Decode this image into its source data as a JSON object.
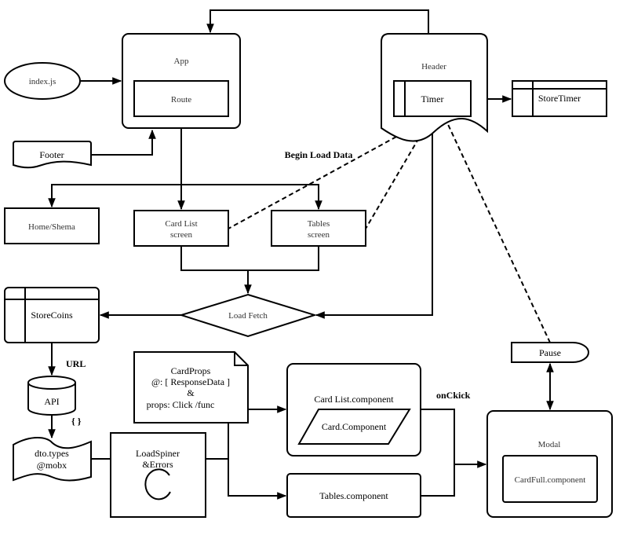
{
  "nodes": {
    "app": "App",
    "route": "Route",
    "header": "Header",
    "timer": "Timer",
    "store_timer": "StoreTimer",
    "index_js": "index.js",
    "footer": "Footer",
    "home_shema": "Home/Shema",
    "card_list_screen": [
      "Card List",
      "screen"
    ],
    "tables_screen": [
      "Tables",
      "screen"
    ],
    "store_coins": "StoreCoins",
    "load_fetch": "Load Fetch",
    "api": "API",
    "dto_types": [
      "dto.types",
      "@mobx"
    ],
    "card_props": [
      "CardProps",
      "@: [ ResponseData ]",
      "&",
      "props: Click /func"
    ],
    "load_spinner": [
      "LoadSpiner",
      "&Errors"
    ],
    "card_list_component": "Card List.component",
    "card_component": "Card.Component",
    "tables_component": "Tables.component",
    "pause": "Pause",
    "modal": "Modal",
    "card_full_component": "CardFull.component"
  },
  "edge_labels": {
    "begin_load_data": "Begin Load Data",
    "url": "URL",
    "braces": "{ }",
    "on_click": "onCkick"
  }
}
